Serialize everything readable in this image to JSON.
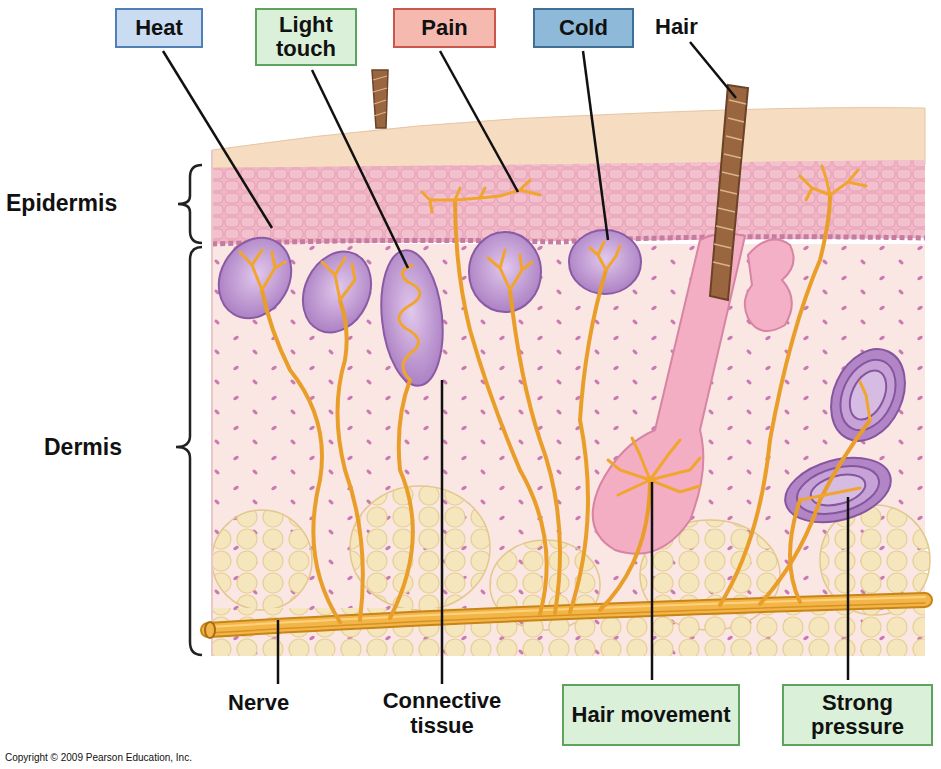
{
  "diagram": {
    "nodes": [
      {
        "text": [
          "Heat"
        ]
      },
      {
        "text": [
          "Light touch"
        ]
      },
      {
        "text": [
          "Pain"
        ]
      },
      {
        "text": [
          "Cold"
        ]
      },
      {
        "text": [
          "Hair movement"
        ]
      },
      {
        "text": [
          "Strong pressure"
        ]
      }
    ],
    "labels": [
      "Hair",
      "Epidermis",
      "Dermis",
      "Nerve",
      "Connective tissue",
      "Copyright © 2009 Pearson Education, Inc."
    ]
  }
}
